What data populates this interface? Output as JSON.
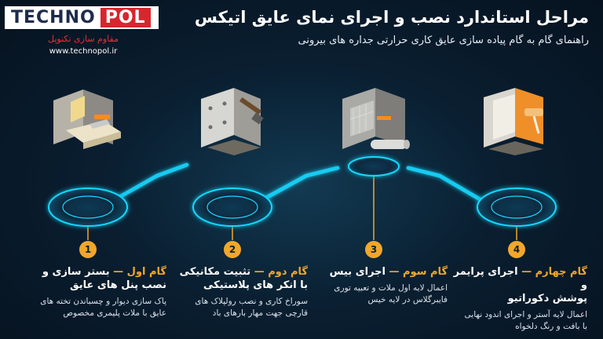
{
  "logo": {
    "name_part1": "TECHNO",
    "name_part2": "POL",
    "tagline": "مقاوم سازی تکنوپل",
    "url": "www.technopol.ir"
  },
  "title": "مراحل استاندارد نصب و اجرای نمای عایق اتیکس",
  "subtitle": "راهنمای گام به گام پیاده سازی عایق کاری حرارتی جداره های بیرونی",
  "colors": {
    "accent": "#f2a72b",
    "glow": "#19d8ff",
    "brand_red": "#d7262e"
  },
  "steps": [
    {
      "number": "1",
      "label": "گام اول —",
      "title_line1": "بستر سازی و",
      "title_line2": "نصب پنل های عایق",
      "desc_line1": "پاک سازی دیوار و چسباندن تخته های",
      "desc_line2": "عایق با ملات پلیمری مخصوص",
      "icon": "insulation-panel-icon"
    },
    {
      "number": "2",
      "label": "گام دوم —",
      "title_line1": "تثبیت مکانیکی",
      "title_line2": "با انکر های پلاستیکی",
      "desc_line1": "سوراخ کاری و نصب رولپلاک های",
      "desc_line2": "قارچی جهت مهار بارهای باد",
      "icon": "anchor-hammer-icon"
    },
    {
      "number": "3",
      "label": "گام سوم —",
      "title_line1": "اجرای بیس",
      "title_line2": "",
      "desc_line1": "اعمال لایه اول ملات و تعبیه توری",
      "desc_line2": "فایبرگلاس در لایه خیس",
      "icon": "mesh-roll-icon"
    },
    {
      "number": "4",
      "label": "گام چهارم —",
      "title_line1": "اجرای پرایمر و",
      "title_line2": "پوشش دکوراتیو",
      "desc_line1": "اعمال لایه آستر و اجرای اندود نهایی",
      "desc_line2": "با بافت و رنگ دلخواه",
      "icon": "paint-roller-icon"
    }
  ]
}
